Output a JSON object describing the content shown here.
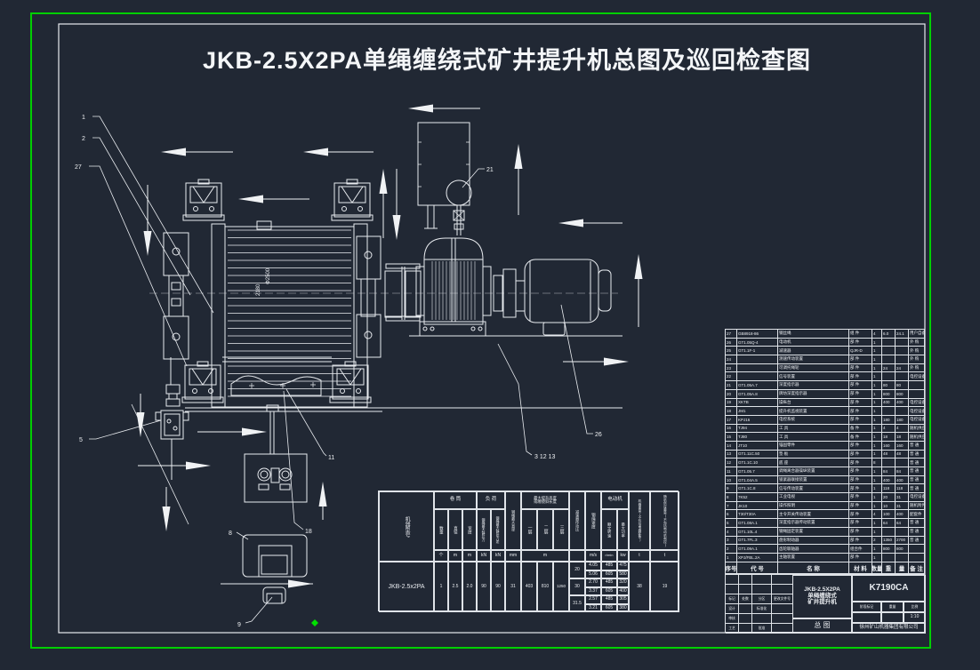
{
  "title": "JKB-2.5X2PA单绳缠绕式矿井提升机总图及巡回检查图",
  "colors": {
    "background": "#212834",
    "line": "#e8ebef",
    "frame_green": "#00cf00",
    "grip_green": "#00e000"
  },
  "labels": {
    "n1": "1",
    "n2": "2",
    "n27": "27",
    "n5": "5",
    "n21": "21",
    "n26": "26",
    "n3_12_13": "3 12 13",
    "n11": "11",
    "n8": "8",
    "n18": "18",
    "n9": "9"
  },
  "drawing_dims": {
    "drum_dia": "Φ2500",
    "drum_width": "2180"
  },
  "bom": {
    "headers": [
      "序号",
      "代 号",
      "名 称",
      "材 料",
      "数量",
      "重",
      "量",
      "备 注"
    ],
    "rows": [
      {
        "n": "27",
        "c": "GB8918-86",
        "m": "钢丝绳",
        "u": "组 件",
        "q": "4",
        "a": "6.0",
        "b": "24.1",
        "r": "用户自备"
      },
      {
        "n": "26",
        "c": "GT1.05Q-4",
        "m": "电动机",
        "u": "部 件",
        "q": "1",
        "a": "",
        "b": "",
        "r": "外 购"
      },
      {
        "n": "25",
        "c": "GT1.1F-1",
        "m": "减速器",
        "u": "QJR-D",
        "q": "1",
        "a": "",
        "b": "",
        "r": "外 购"
      },
      {
        "n": "24",
        "c": "",
        "m": "测速传动装置",
        "u": "部 件",
        "q": "1",
        "a": "",
        "b": "",
        "r": "外 购"
      },
      {
        "n": "23",
        "c": "",
        "m": "可调托绳轮",
        "u": "部 件",
        "q": "1",
        "a": "24",
        "b": "24",
        "r": "外 购"
      },
      {
        "n": "22",
        "c": "",
        "m": "信号装置",
        "u": "部 件",
        "q": "1",
        "a": "",
        "b": "",
        "r": "电控设备"
      },
      {
        "n": "21",
        "c": "GT1.05A.7",
        "m": "深度指示器",
        "u": "部 件",
        "q": "1",
        "a": "80",
        "b": "80",
        "r": ""
      },
      {
        "n": "20",
        "c": "GT1.05A.8",
        "m": "牌坊深度指示器",
        "u": "部 件",
        "q": "1",
        "a": "800",
        "b": "800",
        "r": ""
      },
      {
        "n": "19",
        "c": "XKTB",
        "m": "操纵台",
        "u": "部 件",
        "q": "1",
        "a": "400",
        "b": "400",
        "r": "电控设备"
      },
      {
        "n": "18",
        "c": "JM1",
        "m": "提升机监视装置",
        "u": "部 件",
        "q": "1",
        "a": "",
        "b": "",
        "r": "电控设备"
      },
      {
        "n": "17",
        "c": "KPJ16",
        "m": "电控系统",
        "u": "部 件",
        "q": "1",
        "a": "180",
        "b": "180",
        "r": "电控设备"
      },
      {
        "n": "16",
        "c": "TJ94",
        "m": "工 具",
        "u": "备 件",
        "q": "1",
        "a": "4",
        "b": "4",
        "r": "随机供应"
      },
      {
        "n": "15",
        "c": "TJ80",
        "m": "工 具",
        "u": "备 件",
        "q": "1",
        "a": "18",
        "b": "18",
        "r": "随机供应"
      },
      {
        "n": "14",
        "c": "JT10",
        "m": "锚固零件",
        "u": "部 件",
        "q": "1",
        "a": "160",
        "b": "160",
        "r": "普 通"
      },
      {
        "n": "13",
        "c": "GT1.11C.50",
        "m": "垫 板",
        "u": "部 件",
        "q": "1",
        "a": "48",
        "b": "48",
        "r": "普 通"
      },
      {
        "n": "12",
        "c": "GT1.1C.10",
        "m": "底 座",
        "u": "部 件",
        "q": "8",
        "a": "",
        "b": "",
        "r": "普 通"
      },
      {
        "n": "11",
        "c": "GT1.05.7",
        "m": "调绳离合器操纵装置",
        "u": "部 件",
        "q": "1",
        "a": "84",
        "b": "84",
        "r": "普 通"
      },
      {
        "n": "10",
        "c": "GT1.04A.5",
        "m": "锁紧器联接装置",
        "u": "部 件",
        "q": "1",
        "a": "400",
        "b": "400",
        "r": "普 通"
      },
      {
        "n": "9",
        "c": "GT1.1C.8",
        "m": "信号传动装置",
        "u": "部 件",
        "q": "1",
        "a": "118",
        "b": "118",
        "r": "普 通"
      },
      {
        "n": "8",
        "c": "7K52",
        "m": "工业电视",
        "u": "部 件",
        "q": "1",
        "a": "20",
        "b": "31",
        "r": "电控设备"
      },
      {
        "n": "7",
        "c": "JK10",
        "m": "操作照明",
        "u": "部 件",
        "q": "1",
        "a": "10",
        "b": "31",
        "r": "随机附件"
      },
      {
        "n": "6",
        "c": "T30/T30A",
        "m": "主令开关传动装置",
        "u": "部 件",
        "q": "4",
        "a": "100",
        "b": "400",
        "r": "配套件"
      },
      {
        "n": "5",
        "c": "GT1.08A.1",
        "m": "深度指示器传动装置",
        "u": "部 件",
        "q": "1",
        "a": "64",
        "b": "64",
        "r": "普 通"
      },
      {
        "n": "4",
        "c": "GT1.10L.4",
        "m": "钢绳固定装置",
        "u": "部 件",
        "q": "1",
        "a": "",
        "b": "",
        "r": "普 通"
      },
      {
        "n": "3",
        "c": "GT1.7FL.3",
        "m": "盘形制动器",
        "u": "部 件",
        "q": "2",
        "a": "1350",
        "b": "2700",
        "r": "普 通"
      },
      {
        "n": "2",
        "c": "GT1.09A.1",
        "m": "齿轮联轴器",
        "u": "组合件",
        "q": "1",
        "a": "800",
        "b": "800",
        "r": ""
      },
      {
        "n": "1",
        "c": "XPJ/FBL.2A",
        "m": "主轴装置",
        "u": "部 件",
        "q": "1",
        "a": "",
        "b": "",
        "r": ""
      }
    ]
  },
  "spec": {
    "model_label": "机器型号",
    "model": "JKB-2.5x2PA",
    "groups": {
      "drum": "卷 筒",
      "load": "负 荷",
      "height": "最大提升高度",
      "height2": "或缠绕斜长度",
      "motor": "电动机"
    },
    "cols": {
      "qty": "数量",
      "dia": "直径",
      "width": "宽度",
      "pull": "钢绳最大静拉力",
      "pull_diff": "钢绳最大静张力差",
      "rope_dia": "钢绳最大直径",
      "l1": "一层",
      "l2": "二层",
      "l3": "三层",
      "ratio": "减速器传动比",
      "speed": "钢绳速度",
      "rpm": "额定转速",
      "power": "最大功率",
      "weight": "机器重量(不包括电器配备)",
      "weight2": "随机供应重量(不包括电动机电控)"
    },
    "units": {
      "qty": "个",
      "dia": "m",
      "width": "m",
      "pull": "kN",
      "pull_diff": "kN",
      "rope_dia": "mm",
      "height": "m",
      "ratio": "",
      "speed": "m/s",
      "rpm": "r/min",
      "power": "kw",
      "weight": "t",
      "weight2": "t"
    },
    "values": {
      "qty": "1",
      "dia": "2.5",
      "width": "2.0",
      "pull": "90",
      "pull_diff": "90",
      "rope_dia": "31",
      "l1": "403",
      "l2": "810",
      "l3": "1250",
      "weight": "38",
      "weight2": "19"
    },
    "ratios": [
      "20",
      "30",
      "31.5"
    ],
    "perf": [
      {
        "speed": "4.05",
        "rpm": "485",
        "power": "475"
      },
      {
        "speed": "5.06",
        "rpm": "605",
        "power": "580"
      },
      {
        "speed": "2.70",
        "rpm": "485",
        "power": "320"
      },
      {
        "speed": "3.37",
        "rpm": "605",
        "power": "400"
      },
      {
        "speed": "2.57",
        "rpm": "485",
        "power": "305"
      },
      {
        "speed": "3.21",
        "rpm": "605",
        "power": "380"
      }
    ]
  },
  "title_block": {
    "left_rows": [
      [
        "",
        "",
        "",
        ""
      ],
      [
        "",
        "",
        "",
        ""
      ],
      [
        "标记",
        "处数",
        "分区",
        "更改文件号"
      ],
      [
        "设计",
        "",
        "标准化",
        ""
      ],
      [
        "审核",
        "",
        "",
        ""
      ],
      [
        "工艺",
        "",
        "批准",
        ""
      ]
    ],
    "product_lines": [
      "JKB-2.5X2PA",
      "单绳缠绕式",
      "矿井提升机"
    ],
    "view_name": "总 图",
    "drawing_no": "K7190CA",
    "stage_labels": [
      "阶段标记",
      "重量",
      "比例"
    ],
    "stage_values": [
      "",
      "",
      "1:10"
    ],
    "company": "徐州矿山机器集团有限公司"
  }
}
